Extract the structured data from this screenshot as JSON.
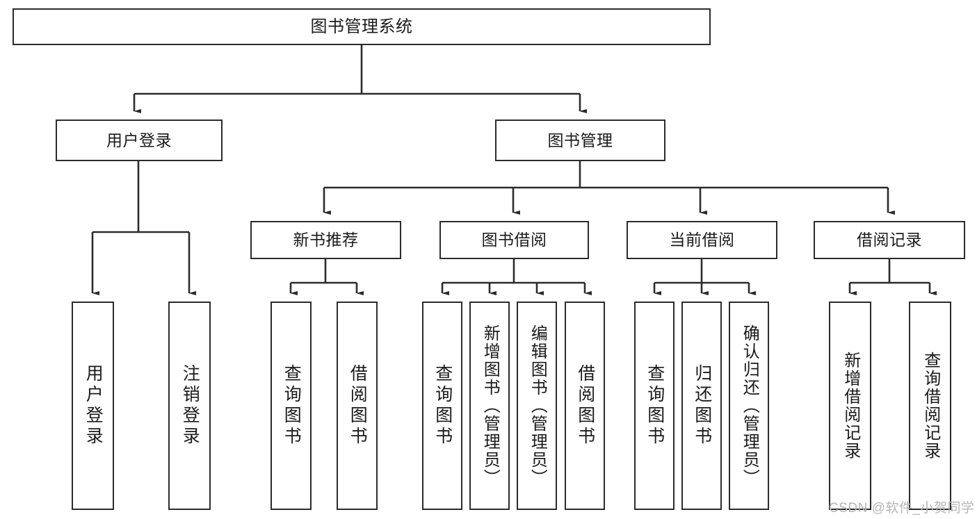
{
  "diagram": {
    "title": "图书管理系统",
    "type": "tree-hierarchy-chart",
    "watermark": "CSDN @软件_小贺同学",
    "colors": {
      "box_border": "#2b2b2b",
      "box_fill": "#ffffff",
      "connector": "#2b2b2b",
      "text": "#1a1a1a",
      "watermark": "#b5b5b5",
      "background": "#ffffff"
    }
  },
  "nodes": {
    "root": {
      "label": "图书管理系统"
    },
    "level1": [
      {
        "label": "用户登录"
      },
      {
        "label": "图书管理"
      }
    ],
    "level2": [
      {
        "label": "新书推荐"
      },
      {
        "label": "图书借阅"
      },
      {
        "label": "当前借阅"
      },
      {
        "label": "借阅记录"
      }
    ],
    "leaves": {
      "user_login": [
        {
          "label": "用户登录"
        },
        {
          "label": "注销登录"
        }
      ],
      "new_book_recommend": [
        {
          "label": "查询图书"
        },
        {
          "label": "借阅图书"
        }
      ],
      "book_borrow": [
        {
          "label": "查询图书"
        },
        {
          "label": "新增图书（管理员）"
        },
        {
          "label": "编辑图书（管理员）"
        },
        {
          "label": "借阅图书"
        }
      ],
      "current_borrow": [
        {
          "label": "查询图书"
        },
        {
          "label": "归还图书"
        },
        {
          "label": "确认归还（管理员）"
        }
      ],
      "borrow_record": [
        {
          "label": "新增借阅记录"
        },
        {
          "label": "查询借阅记录"
        }
      ]
    }
  }
}
